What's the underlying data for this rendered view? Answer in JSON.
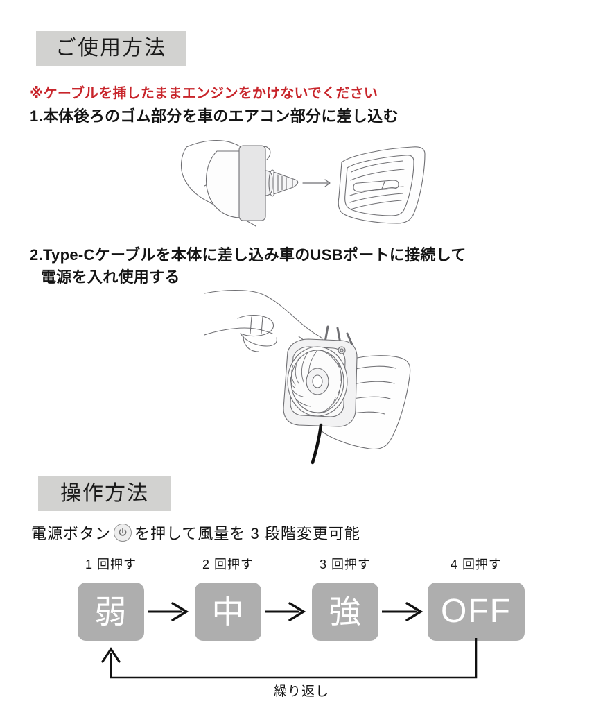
{
  "sections": {
    "usage": {
      "heading": "ご使用方法",
      "warning": "※ケーブルを挿したままエンジンをかけないでください",
      "steps": [
        {
          "number": "1.",
          "text": "1.本体後ろのゴム部分を車のエアコン部分に差し込む"
        },
        {
          "number": "2.",
          "line1": "2.Type-Cケーブルを本体に差し込み車のUSBポートに接続して",
          "line2": "電源を入れ使用する"
        }
      ],
      "illustration_1_alt": "手で本体を持ち車のエアコン送風口に差し込む図",
      "illustration_2_alt": "エアコン送風口に取り付けた扇風機の電源ボタンを指で押す図"
    },
    "operation": {
      "heading": "操作方法",
      "instruction_before_icon": "電源ボタン",
      "power_icon": "power-icon",
      "instruction_after_icon": "を押して風量を 3 段階変更可能",
      "press_labels": [
        "1 回押す",
        "2 回押す",
        "3 回押す",
        "4 回押す"
      ],
      "modes": [
        "弱",
        "中",
        "強",
        "OFF"
      ],
      "arrow_symbol": "→",
      "loop_label": "繰り返し"
    }
  },
  "colors": {
    "badge_background": "#d2d2d0",
    "mode_box_background": "#aeaeae",
    "mode_label_text": "#ffffff",
    "warning_text": "#c8252b",
    "body_text": "#141414",
    "page_background": "#ffffff",
    "illustration_line": "#6f6f73",
    "illustration_fill": "#ededee",
    "cable": "#111111"
  }
}
